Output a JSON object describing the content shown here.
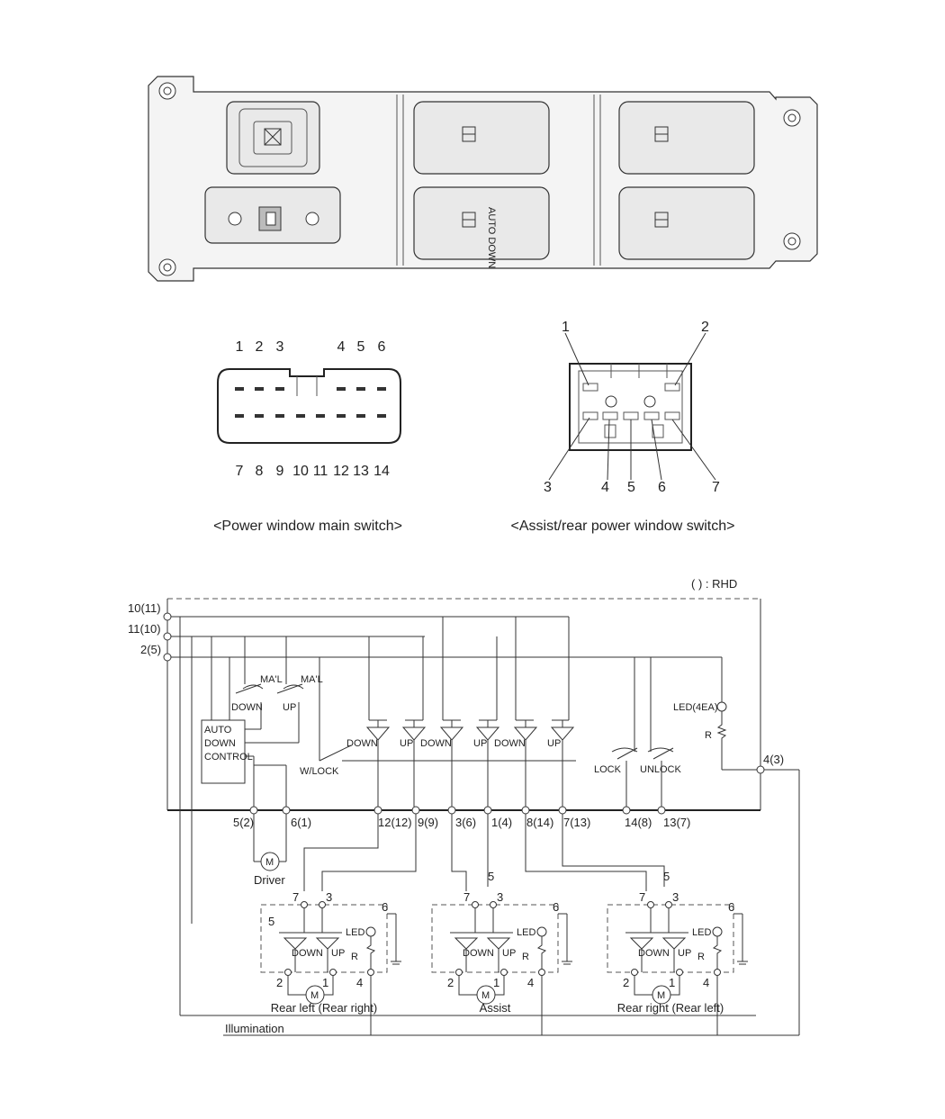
{
  "auto_down_button_label": "AUTO DOWN",
  "main_switch": {
    "caption": "<Power window main switch>",
    "top_pins": [
      "1",
      "2",
      "3",
      "4",
      "5",
      "6"
    ],
    "bottom_pins": [
      "7",
      "8",
      "9",
      "10",
      "11",
      "12",
      "13",
      "14"
    ]
  },
  "assist_switch": {
    "caption": "<Assist/rear power window switch>",
    "callouts": [
      "1",
      "2",
      "3",
      "4",
      "5",
      "6",
      "7"
    ]
  },
  "schematic": {
    "rhd_note": "(  ) : RHD",
    "left_terminals": [
      "10(11)",
      "11(10)",
      "2(5)"
    ],
    "right_terminal": "4(3)",
    "bottom_terminals": [
      "5(2)",
      "6(1)",
      "12(12)",
      "9(9)",
      "3(6)",
      "1(4)",
      "8(14)",
      "7(13)",
      "14(8)",
      "13(7)"
    ],
    "mal_labels": [
      "MA'L",
      "MA'L"
    ],
    "manual_switch_labels": [
      "DOWN",
      "UP"
    ],
    "auto_down_control": [
      "AUTO",
      "DOWN",
      "CONTROL"
    ],
    "window_switch_labels": [
      "DOWN",
      "UP",
      "DOWN",
      "UP",
      "DOWN",
      "UP"
    ],
    "wlock": "W/LOCK",
    "lock": "LOCK",
    "unlock": "UNLOCK",
    "led_4ea": "LED(4EA)",
    "resistor": "R",
    "motor": "M",
    "driver": "Driver",
    "sub_switches": [
      {
        "name": "Rear left (Rear right)"
      },
      {
        "name": "Assist"
      },
      {
        "name": "Rear right (Rear left)"
      }
    ],
    "sub_terminals": {
      "t7": "7",
      "t3": "3",
      "t5": "5",
      "t6": "6",
      "t2": "2",
      "t1": "1",
      "t4": "4"
    },
    "sub_labels": {
      "led": "LED",
      "r": "R",
      "down": "DOWN",
      "up": "UP"
    },
    "illumination": "Illumination"
  }
}
